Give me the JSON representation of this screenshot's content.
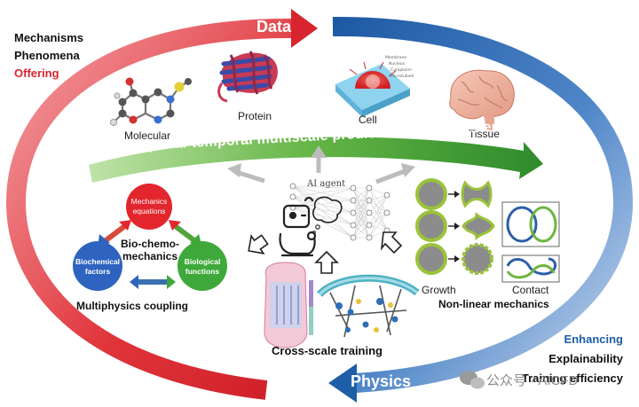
{
  "top_left": {
    "mechanisms": "Mechanisms",
    "phenomena": "Phenomena",
    "offering": "Offering"
  },
  "bottom_right": {
    "enhancing": "Enhancing",
    "explainability": "Explainability",
    "training_efficiency": "Training efficiency"
  },
  "cycle": {
    "data": "Data",
    "physics": "Physics"
  },
  "scales": {
    "molecular": "Molecular",
    "protein": "Protein",
    "cell": "Cell",
    "tissue": "Tissue"
  },
  "banner": "Spatial-temporal multiscale predictions of biosystems",
  "agent": "AI agent",
  "coupling": {
    "mechanics": [
      "Mechanics",
      "equations"
    ],
    "biochemical": [
      "Biochemical",
      "factors"
    ],
    "biological": [
      "Biological",
      "functions"
    ],
    "center": [
      "Bio-chemo-",
      "mechanics"
    ],
    "caption": "Multiphysics  coupling"
  },
  "training": {
    "caption": "Cross-scale  training"
  },
  "nonlinear": {
    "growth": "Growth",
    "contact": "Contact",
    "caption": "Non-linear mechanics"
  },
  "watermark": "公众号 · AICFD",
  "colors": {
    "red": "#d8242f",
    "blue": "#1d5fa6",
    "green": "#4fa83a",
    "node_red": "#e3262e",
    "node_blue": "#2e64c0",
    "node_green": "#3ea93a"
  }
}
